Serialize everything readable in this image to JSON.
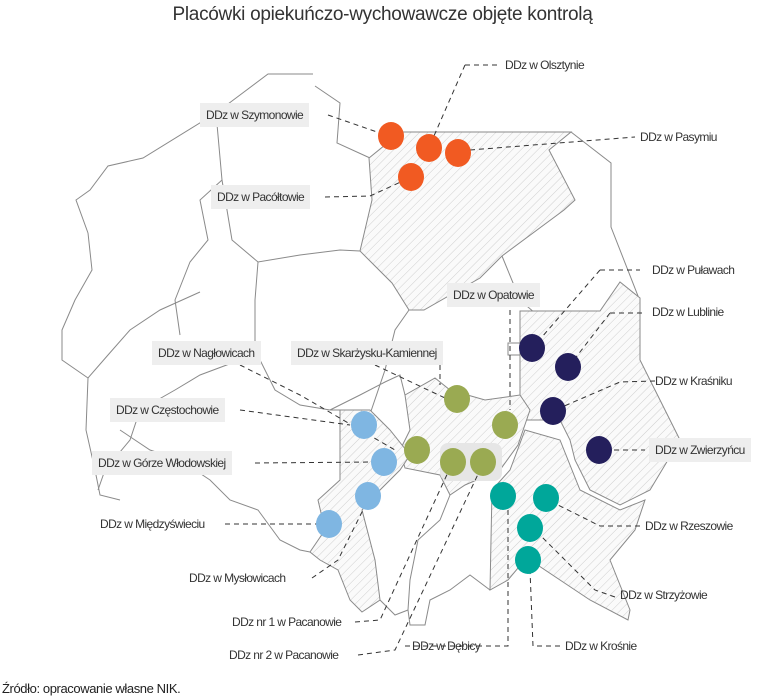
{
  "title": "Placówki opiekuńczo-wychowawcze objęte kontrolą",
  "colors": {
    "warminsko_mazurskie": "#F15A22",
    "lubelskie": "#241F5C",
    "swietokrzyskie": "#9AAA52",
    "slaskie": "#7FB6E2",
    "podkarpackie": "#00A79A"
  },
  "labels": {
    "olsztyn": "DDz w Olsztynie",
    "szymonowo": "DDz w Szymonowie",
    "pasym": "DDz w Pasymiu",
    "pacoltowo": "DDz w Pacółtowie",
    "pulawy": "DDz w Puławach",
    "opatow": "DDz w Opatowie",
    "lublin": "DDz w Lublinie",
    "naglowice": "DDz w Nagłowicach",
    "skarzysko": "DDz w Skarżysku-Kamiennej",
    "krasnik": "DDz w Kraśniku",
    "czestochowa": "DDz w Częstochowie",
    "zwierzyniec": "DDz w Zwierzyńcu",
    "gora_wlodowska": "DDz w Górze Włodowskiej",
    "miedzyswiec": "DDz w Międzyświeciu",
    "rzeszow": "DDz w Rzeszowie",
    "myslowice": "DDz w Mysłowicach",
    "strzyzow": "DDz w Strzyżowie",
    "pacanow1": "DDz nr 1 w Pacanowie",
    "debica": "DDz w Dębicy",
    "krosno": "DDz w Krośnie",
    "pacanow2": "DDz nr 2 w Pacanowie"
  },
  "source": "Źródło: opracowanie własne NIK."
}
